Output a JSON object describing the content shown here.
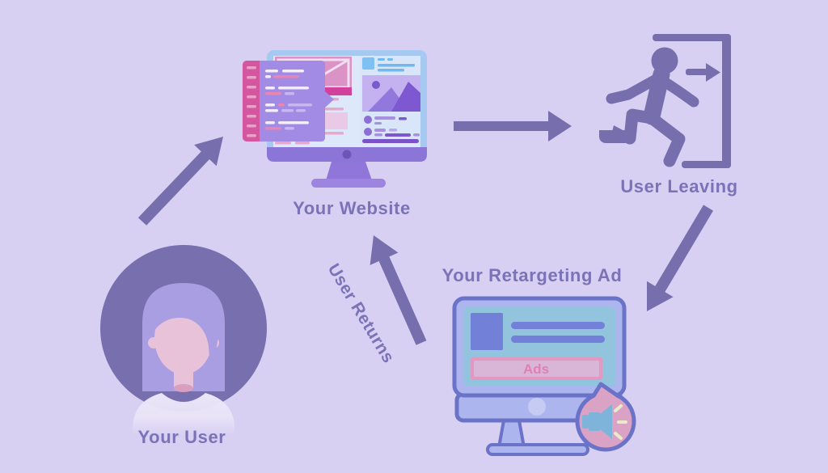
{
  "diagram": {
    "nodes": {
      "user": {
        "label": "Your User"
      },
      "website": {
        "label": "Your Website"
      },
      "user_leaving": {
        "label": "User Leaving"
      },
      "retargeting_ad": {
        "label": "Your Retargeting Ad",
        "ad_banner_text": "Ads"
      }
    },
    "flows": {
      "user_returns_label": "User Returns"
    },
    "colors": {
      "background": "#d7d0f2",
      "arrow": "#776eae",
      "label_text": "#7b72b8",
      "monitor_bezel_blue": "#a6c9f2",
      "code_panel_purple": "#a28be5",
      "code_strip_pink": "#d4569e",
      "ad_monitor_outline": "#6a73c8",
      "ad_screen_teal": "#92c5dd",
      "ad_banner_pink": "#e298c0",
      "avatar_circle": "#786fae"
    }
  }
}
